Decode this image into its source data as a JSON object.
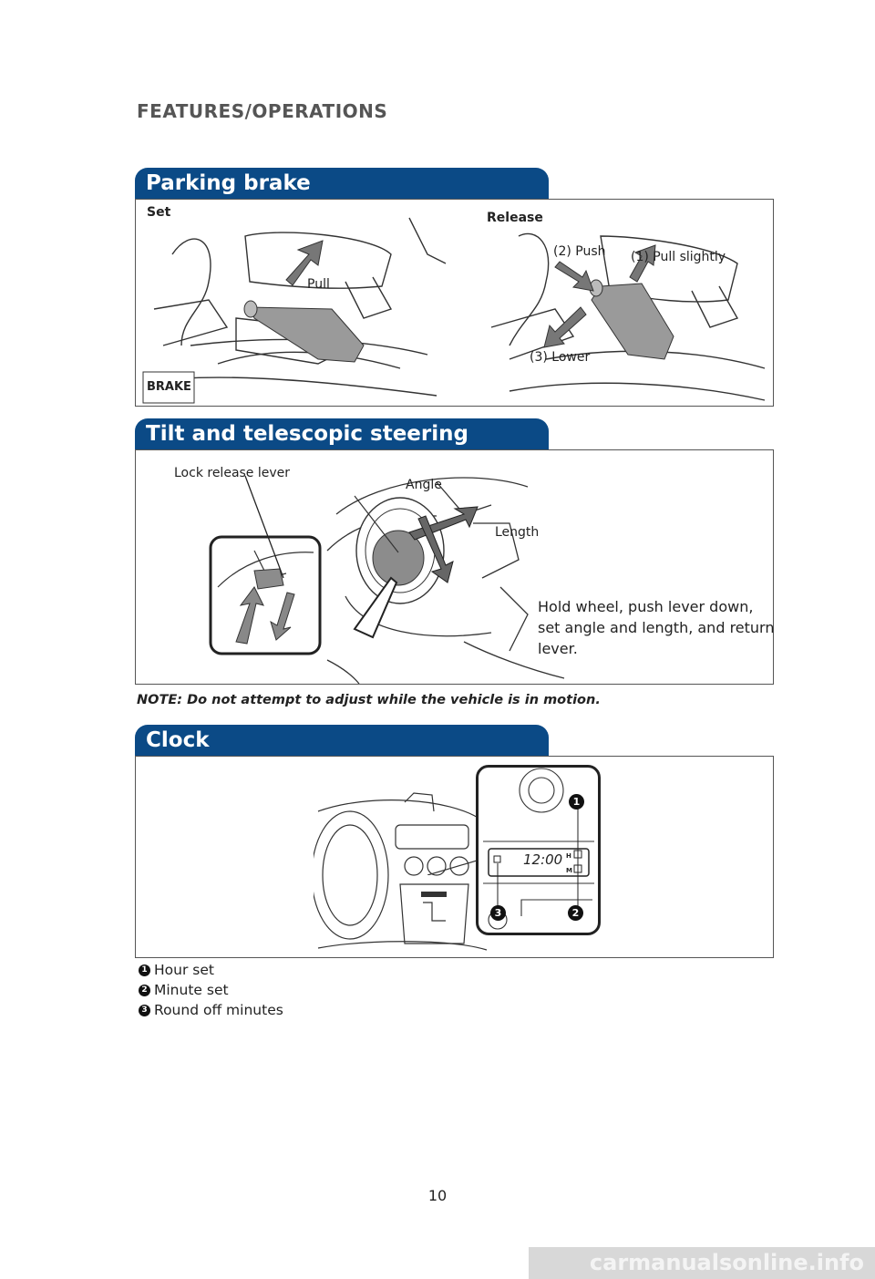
{
  "header": {
    "section": "FEATURES/OPERATIONS"
  },
  "parking": {
    "title": "Parking brake",
    "set_label": "Set",
    "release_label": "Release",
    "pull": "Pull",
    "push": "(2) Push",
    "pull_slightly": "(1) Pull slightly",
    "lower": "(3) Lower",
    "brake_badge": "BRAKE"
  },
  "steering": {
    "title": "Tilt and telescopic steering wheel",
    "lock_release": "Lock release lever",
    "angle": "Angle",
    "length": "Length",
    "instruction": "Hold wheel, push lever down, set angle and length, and return lever.",
    "note": "NOTE: Do not attempt to adjust while the vehicle is in motion."
  },
  "clock": {
    "title": "Clock",
    "display_time": "12:00",
    "h_label": "H",
    "m_label": "M",
    "items": [
      {
        "num": "1",
        "label": "Hour set"
      },
      {
        "num": "2",
        "label": "Minute set"
      },
      {
        "num": "3",
        "label": "Round off minutes"
      }
    ]
  },
  "footer": {
    "page_number": "10",
    "watermark": "carmanualsonline.info"
  }
}
